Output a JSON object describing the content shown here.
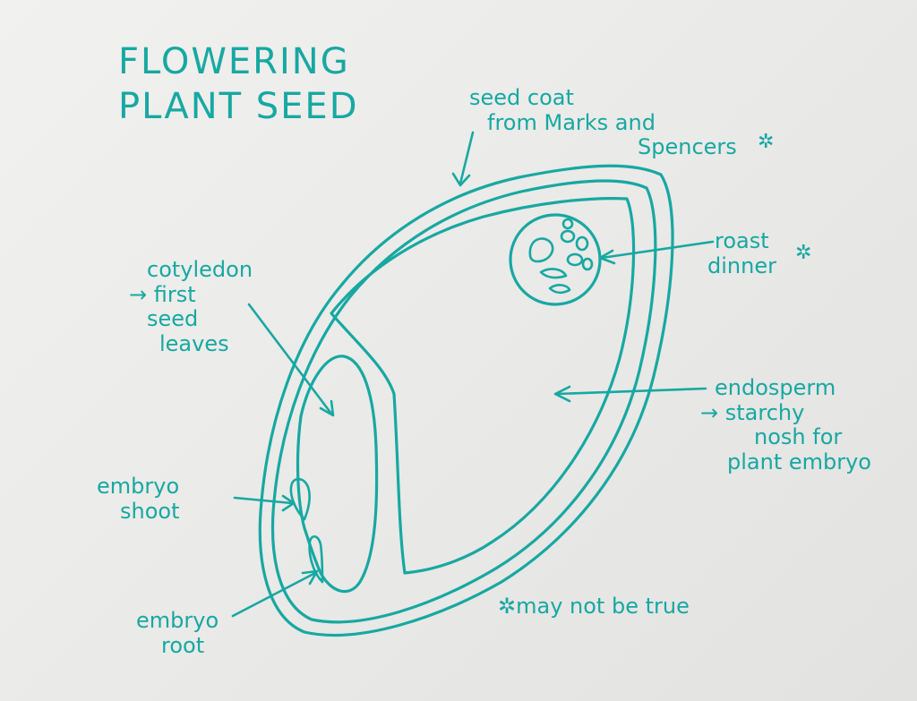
{
  "title": {
    "line1": "FLOWERING",
    "line2": "PLANT SEED"
  },
  "labels": {
    "seed_coat": {
      "line1": "seed coat",
      "line2": "from Marks and",
      "line3": "Spencers",
      "star": "✲"
    },
    "roast_dinner": {
      "line1": "roast",
      "line2": "dinner",
      "star": "✲"
    },
    "cotyledon": {
      "line1": "cotyledon",
      "line2": "→ first",
      "line3": "seed",
      "line4": "leaves"
    },
    "endosperm": {
      "line1": "endosperm",
      "line2": "→ starchy",
      "line3": "nosh for",
      "line4": "plant embryo"
    },
    "embryo_shoot": {
      "line1": "embryo",
      "line2": "shoot"
    },
    "embryo_root": {
      "line1": "embryo",
      "line2": "root"
    },
    "footnote": {
      "star": "✲",
      "text": "may not be true"
    }
  },
  "colors": {
    "ink": "#17a8a2",
    "paper": "#ececea"
  }
}
